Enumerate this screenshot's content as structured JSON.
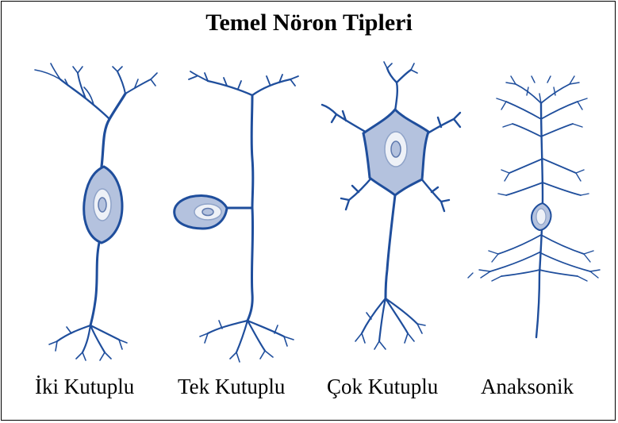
{
  "title": "Temel Nöron Tipleri",
  "colors": {
    "neuron_stroke": "#1f4e9c",
    "cell_fill": "#b4c2de",
    "nucleus_ring": "#eef1f7",
    "nucleolus": "#b4c2de"
  },
  "neurons": [
    {
      "type": "bipolar",
      "label": "İki Kutuplu"
    },
    {
      "type": "unipolar",
      "label": "Tek Kutuplu"
    },
    {
      "type": "multipolar",
      "label": "Çok Kutuplu"
    },
    {
      "type": "anaxonic",
      "label": "Anaksonik"
    }
  ]
}
